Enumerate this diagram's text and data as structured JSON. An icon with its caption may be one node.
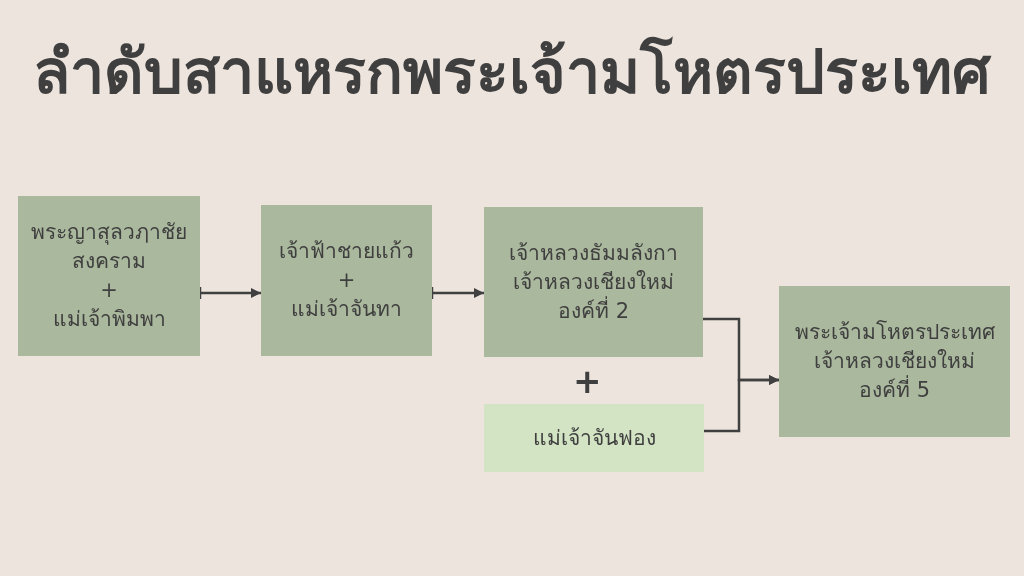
{
  "diagram": {
    "title": "ลำดับสาแหรกพระเจ้ามโหตรประเทศ",
    "nodes": [
      {
        "text": [
          "พระญาสุลวฦาชัยสงคราม",
          "+",
          "แม่เจ้าพิมพา"
        ]
      },
      {
        "text": [
          "เจ้าฟ้าชายแก้ว",
          "+",
          "แม่เจ้าจันทา"
        ]
      },
      {
        "text": [
          "เจ้าหลวงธัมมลังกา",
          "เจ้าหลวงเชียงใหม่องค์ที่ 2"
        ]
      },
      {
        "text": [
          "แม่เจ้าจันฟอง"
        ]
      },
      {
        "text": [
          "พระเจ้ามโหตรประเทศ",
          "เจ้าหลวงเชียงใหม่องค์ที่ 5"
        ]
      }
    ],
    "edges": [
      {
        "from": 0,
        "to": 1,
        "arrow": "to"
      },
      {
        "from": 1,
        "to": 2,
        "arrow": "to"
      },
      {
        "from": 2,
        "to": 4,
        "arrow": "to"
      },
      {
        "from": 3,
        "to": 4,
        "arrow": "to"
      }
    ],
    "labels": [
      "+"
    ]
  }
}
